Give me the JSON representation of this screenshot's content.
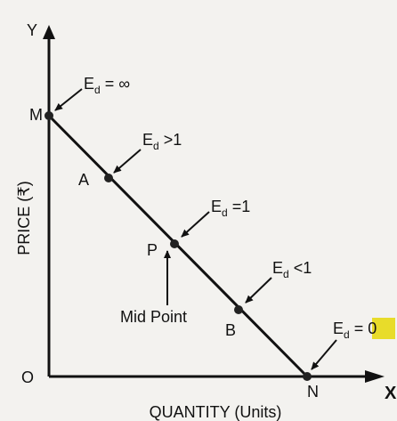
{
  "axes": {
    "y_axis_letter": "Y",
    "x_axis_letter": "X",
    "origin_label": "O",
    "y_title": "PRICE (₹)",
    "x_title": "QUANTITY (Units)"
  },
  "points": {
    "M": "M",
    "A": "A",
    "P": "P",
    "B": "B",
    "N": "N"
  },
  "annotations": {
    "infinite": {
      "main": "E",
      "sub": "d",
      "rest": " = ∞"
    },
    "greater": {
      "main": "E",
      "sub": "d",
      "rest": " >1"
    },
    "unit": {
      "main": "E",
      "sub": "d",
      "rest": " =1"
    },
    "less": {
      "main": "E",
      "sub": "d",
      "rest": " <1"
    },
    "zero": {
      "main": "E",
      "sub": "d",
      "rest": " = 0"
    },
    "mid_point": "Mid Point"
  },
  "colors": {
    "line": "#111111",
    "dot": "#222222",
    "zero_highlight": "#e8dc2a"
  }
}
